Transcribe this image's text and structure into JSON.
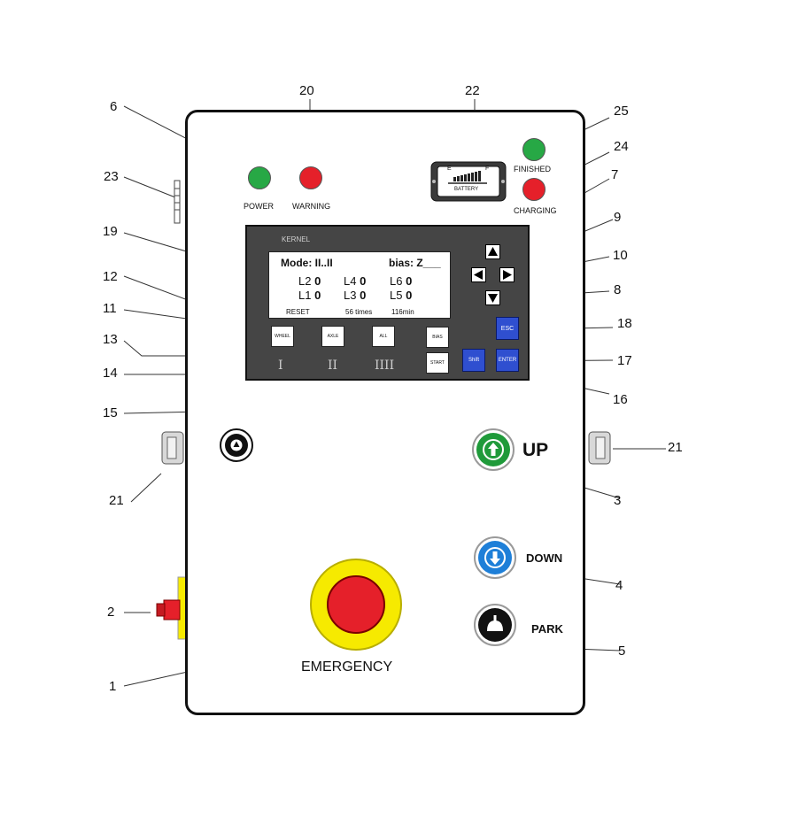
{
  "callouts": [
    "1",
    "2",
    "3",
    "4",
    "5",
    "6",
    "7",
    "8",
    "9",
    "10",
    "11",
    "12",
    "13",
    "14",
    "15",
    "16",
    "17",
    "18",
    "19",
    "20",
    "21",
    "21",
    "22",
    "23",
    "24",
    "25"
  ],
  "lamps": {
    "power": "POWER",
    "warning": "WARNING",
    "finished": "FINISHED",
    "charging": "CHARGING"
  },
  "battery": {
    "empty": "E",
    "full": "F",
    "label": "BATTERY"
  },
  "display": {
    "title": "KERNEL",
    "mode": "Mode: II..II",
    "bias": "bias: Z___",
    "levels": [
      {
        "label": "L2",
        "value": "0"
      },
      {
        "label": "L4",
        "value": "0"
      },
      {
        "label": "L6",
        "value": "0"
      },
      {
        "label": "L1",
        "value": "0"
      },
      {
        "label": "L3",
        "value": "0"
      },
      {
        "label": "L5",
        "value": "0"
      }
    ],
    "reset": "RESET",
    "times": "56 times",
    "minutes": "116min"
  },
  "softkeys": {
    "wheel": "WHEEL",
    "axle": "AXLE",
    "all": "ALL",
    "bias": "BIAS",
    "start": "START"
  },
  "roman": {
    "one": "I",
    "two": "II",
    "three": "IIII"
  },
  "keys": {
    "esc": "ESC",
    "shift": "Shift",
    "enter": "ENTER"
  },
  "buttons": {
    "up": "UP",
    "down": "DOWN",
    "park": "PARK",
    "emergency": "EMERGENCY"
  },
  "colors": {
    "green": "#27a845",
    "red": "#e5202a",
    "blue": "#2f4fd0",
    "yellow": "#f6ea00",
    "display": "#454545"
  }
}
